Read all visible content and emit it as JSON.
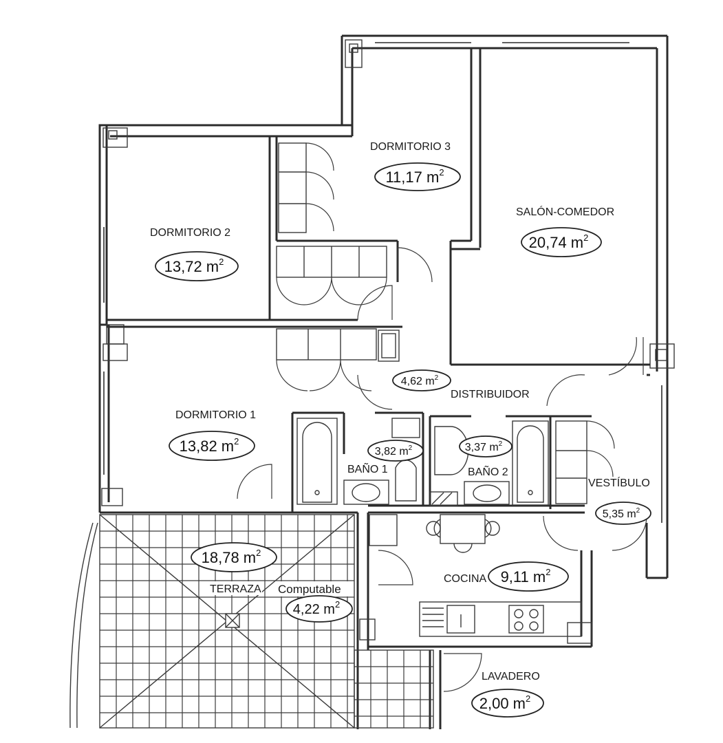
{
  "plan": {
    "unit_sup": "2",
    "rooms": {
      "dormitorio3": {
        "name": "DORMITORIO 3",
        "area": "11,17 m"
      },
      "salon": {
        "name": "SALÓN-COMEDOR",
        "area": "20,74 m"
      },
      "dormitorio2": {
        "name": "DORMITORIO 2",
        "area": "13,72 m"
      },
      "dormitorio1": {
        "name": "DORMITORIO 1",
        "area": "13,82 m"
      },
      "distribuidor": {
        "name": "DISTRIBUIDOR",
        "area": "4,62 m"
      },
      "bano1": {
        "name": "BAÑO 1",
        "area": "3,82 m"
      },
      "bano2": {
        "name": "BAÑO 2",
        "area": "3,37 m"
      },
      "vestibulo": {
        "name": "VESTÍBULO",
        "area": "5,35 m"
      },
      "terraza": {
        "name": "TERRAZA",
        "area": "18,78 m"
      },
      "computable": {
        "name": "Computable",
        "area": "4,22 m"
      },
      "cocina": {
        "name": "COCINA",
        "area": "9,11 m"
      },
      "lavadero": {
        "name": "LAVADERO",
        "area": "2,00 m"
      }
    }
  }
}
